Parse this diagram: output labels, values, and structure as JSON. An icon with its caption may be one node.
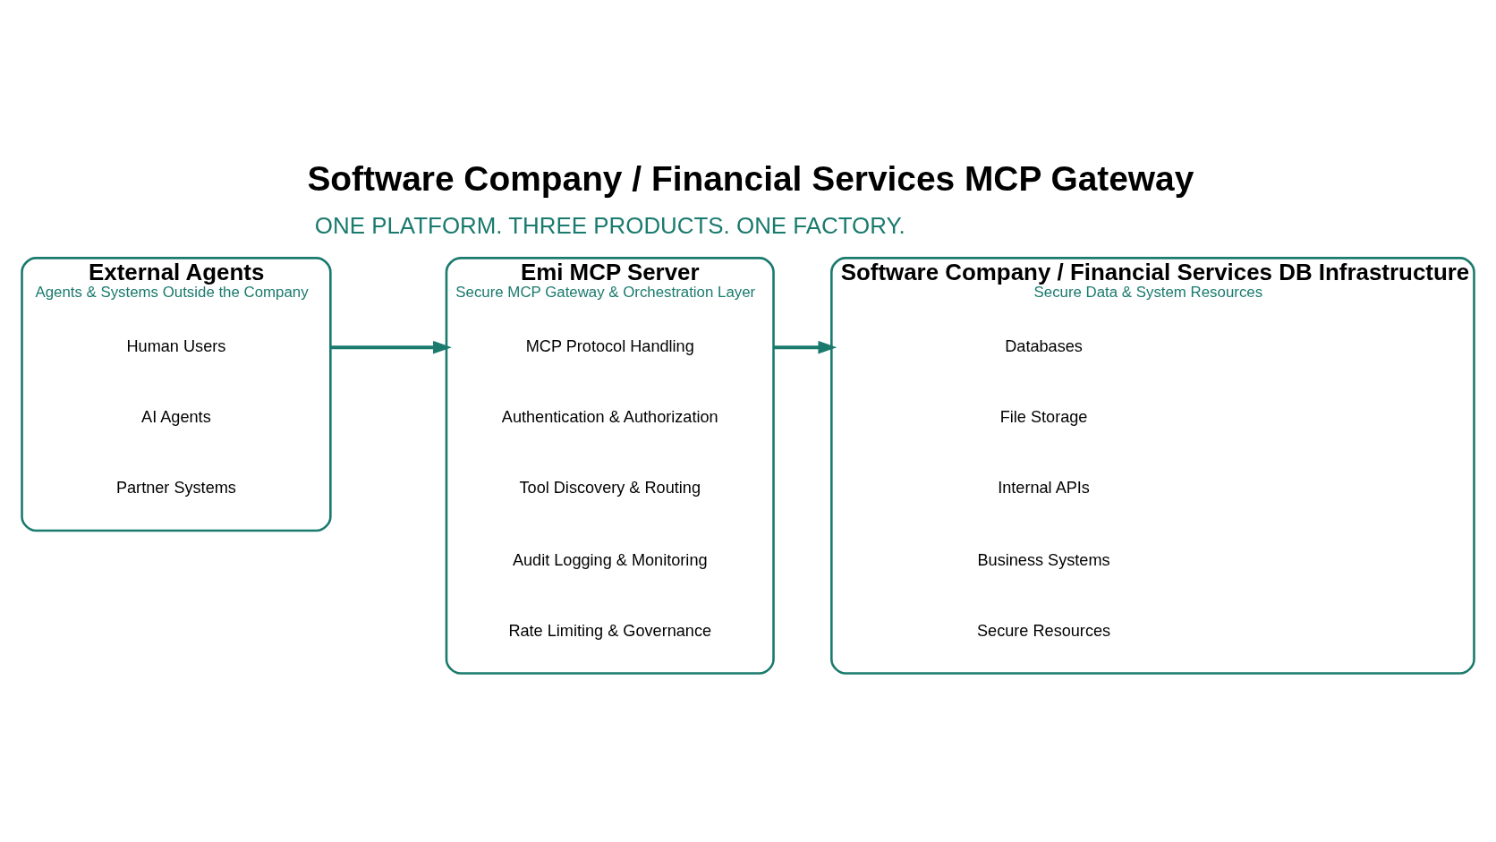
{
  "diagram": {
    "title": "Software Company / Financial Services MCP Gateway",
    "nodes": [
      {
        "text": [
          "External Agents",
          "Agents & Systems Outside the Company"
        ]
      },
      {
        "text": [
          "Human Users"
        ],
        "in": 0
      },
      {
        "text": [
          "AI Agents"
        ],
        "in": 0
      },
      {
        "text": [
          "Partner Systems"
        ],
        "in": 0
      },
      {
        "text": [
          "Emi MCP Server",
          "Secure MCP Gateway & Orchestration Layer"
        ]
      },
      {
        "text": [
          "MCP Protocol Handling"
        ],
        "in": 4
      },
      {
        "text": [
          "Authentication & Authorization"
        ],
        "in": 4
      },
      {
        "text": [
          "Tool Discovery & Routing"
        ],
        "in": 4
      },
      {
        "text": [
          "Audit Logging & Monitoring"
        ],
        "in": 4
      },
      {
        "text": [
          "Rate Limiting & Governance"
        ],
        "in": 4
      },
      {
        "text": [
          "Software Company / Financial Services DB Infrastructure",
          "Secure Data & System Resources"
        ]
      },
      {
        "text": [
          "Databases"
        ],
        "in": 10
      },
      {
        "text": [
          "File Storage"
        ],
        "in": 10
      },
      {
        "text": [
          "Internal APIs"
        ],
        "in": 10
      },
      {
        "text": [
          "Business Systems"
        ],
        "in": 10
      },
      {
        "text": [
          "Secure Resources"
        ],
        "in": 10
      }
    ],
    "edges": [
      {
        "from": 0,
        "to": 4,
        "arrow": "to"
      },
      {
        "from": 4,
        "to": 10,
        "arrow": "to"
      }
    ],
    "labels": [
      "ONE PLATFORM. THREE PRODUCTS. ONE FACTORY."
    ]
  }
}
